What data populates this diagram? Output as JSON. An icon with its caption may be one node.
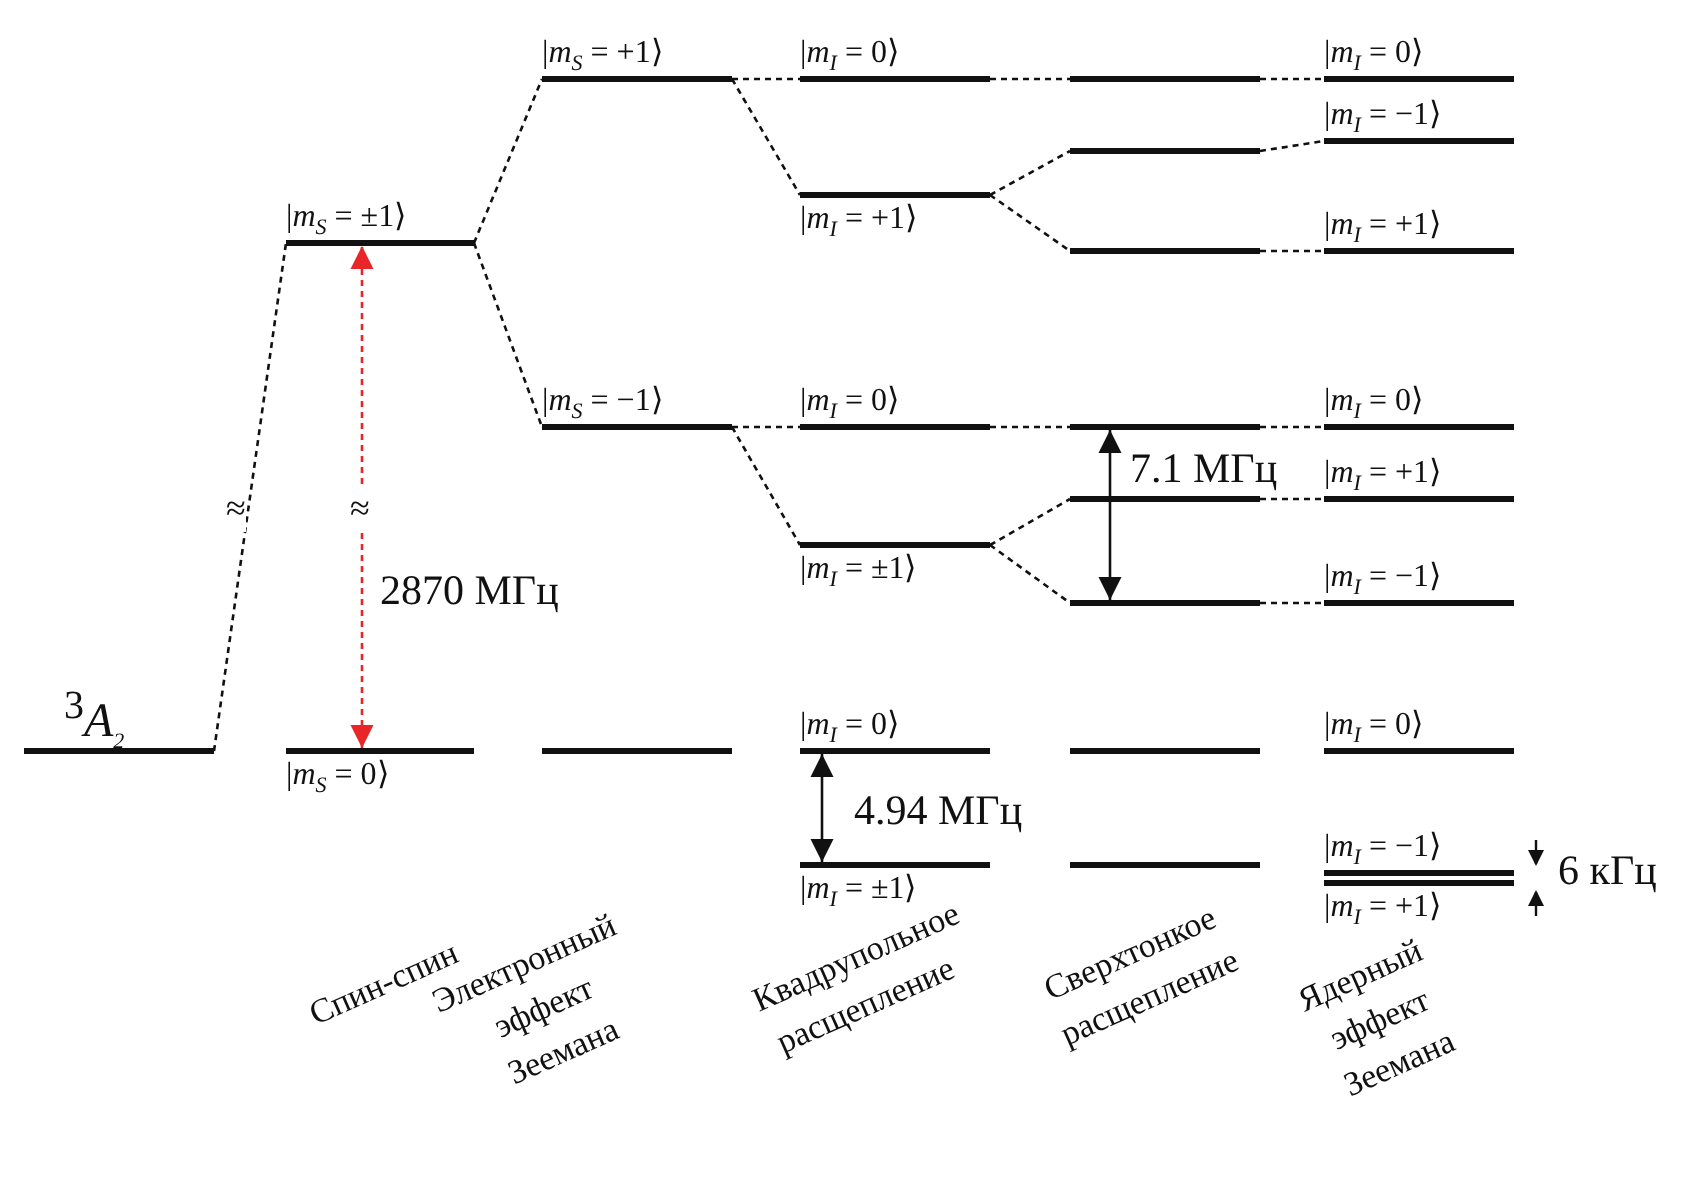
{
  "diagram": {
    "nodes": [
      {
        "text": [
          "$^{3}$*A*$_{2}$"
        ]
      },
      {
        "text": [
          "|*m*$_{S}$ = ±1⟩"
        ]
      },
      {
        "text": [
          "|*m*$_{S}$ = 0⟩"
        ]
      },
      {
        "text": [
          "|*m*$_{S}$ = +1⟩"
        ]
      },
      {
        "text": [
          "|*m*$_{S}$ = −1⟩"
        ]
      },
      {
        "text": [],
        "shape": "bar"
      },
      {
        "text": [
          "|*m*$_{I}$ = 0⟩"
        ]
      },
      {
        "text": [
          "|*m*$_{I}$ = +1⟩"
        ]
      },
      {
        "text": [
          "|*m*$_{I}$ = 0⟩"
        ]
      },
      {
        "text": [
          "|*m*$_{I}$ = ±1⟩"
        ]
      },
      {
        "text": [
          "|*m*$_{I}$ = 0⟩"
        ]
      },
      {
        "text": [
          "|*m*$_{I}$ = ±1⟩"
        ]
      },
      {
        "text": [],
        "shape": "bar"
      },
      {
        "text": [],
        "shape": "bar"
      },
      {
        "text": [],
        "shape": "bar"
      },
      {
        "text": [],
        "shape": "bar"
      },
      {
        "text": [],
        "shape": "bar"
      },
      {
        "text": [],
        "shape": "bar"
      },
      {
        "text": [],
        "shape": "bar"
      },
      {
        "text": [],
        "shape": "bar"
      },
      {
        "text": [
          "|*m*$_{I}$ = 0⟩"
        ]
      },
      {
        "text": [
          "|*m*$_{I}$ = −1⟩"
        ]
      },
      {
        "text": [
          "|*m*$_{I}$ = +1⟩"
        ]
      },
      {
        "text": [
          "|*m*$_{I}$ = 0⟩"
        ]
      },
      {
        "text": [
          "|*m*$_{I}$ = +1⟩"
        ]
      },
      {
        "text": [
          "|*m*$_{I}$ = −1⟩"
        ]
      },
      {
        "text": [
          "|*m*$_{I}$ = 0⟩"
        ]
      },
      {
        "text": [
          "|*m*$_{I}$ = −1⟩"
        ]
      },
      {
        "text": [
          "|*m*$_{I}$ = +1⟩"
        ]
      }
    ],
    "edges": [
      {
        "from": 0,
        "to": 1,
        "arrow": "none",
        "style": "dashed"
      },
      {
        "from": 2,
        "to": 1,
        "arrow": "both",
        "style": "dashed",
        "color": "#e8262a",
        "label": "2870 МГц"
      },
      {
        "from": 1,
        "to": 3,
        "arrow": "none",
        "style": "dashed"
      },
      {
        "from": 1,
        "to": 4,
        "arrow": "none",
        "style": "dashed"
      },
      {
        "from": 3,
        "to": 6,
        "arrow": "none",
        "style": "dashed"
      },
      {
        "from": 3,
        "to": 7,
        "arrow": "none",
        "style": "dashed"
      },
      {
        "from": 6,
        "to": 12,
        "arrow": "none",
        "style": "dashed"
      },
      {
        "from": 7,
        "to": 13,
        "arrow": "none",
        "style": "dashed"
      },
      {
        "from": 7,
        "to": 14,
        "arrow": "none",
        "style": "dashed"
      },
      {
        "from": 12,
        "to": 20,
        "arrow": "none",
        "style": "dashed"
      },
      {
        "from": 13,
        "to": 21,
        "arrow": "none",
        "style": "dashed"
      },
      {
        "from": 14,
        "to": 22,
        "arrow": "none",
        "style": "dashed"
      },
      {
        "from": 4,
        "to": 8,
        "arrow": "none",
        "style": "dashed"
      },
      {
        "from": 4,
        "to": 9,
        "arrow": "none",
        "style": "dashed"
      },
      {
        "from": 8,
        "to": 15,
        "arrow": "none",
        "style": "dashed"
      },
      {
        "from": 9,
        "to": 16,
        "arrow": "none",
        "style": "dashed"
      },
      {
        "from": 9,
        "to": 17,
        "arrow": "none",
        "style": "dashed"
      },
      {
        "from": 15,
        "to": 23,
        "arrow": "none",
        "style": "dashed"
      },
      {
        "from": 16,
        "to": 24,
        "arrow": "none",
        "style": "dashed"
      },
      {
        "from": 17,
        "to": 25,
        "arrow": "none",
        "style": "dashed"
      },
      {
        "from": 15,
        "to": 17,
        "arrow": "both",
        "label": "7.1 МГц"
      },
      {
        "from": 10,
        "to": 11,
        "arrow": "both",
        "label": "4.94 МГц"
      }
    ],
    "labels": [
      "≈",
      "≈",
      "6 кГц",
      "Спин-спин",
      "Электронный эффект Зеемана",
      "Квадрупольное расщепление",
      "Сверхтонкое расщепление",
      "Ядерный эффект Зеемана"
    ]
  }
}
